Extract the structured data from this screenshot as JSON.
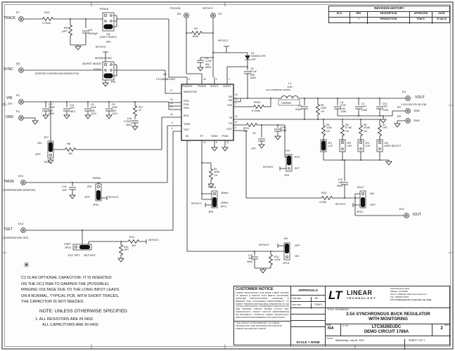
{
  "revision_history": {
    "title": "REVISION HISTORY",
    "headers": [
      "ECO",
      "REV",
      "DESCRIPTION",
      "APPROVED",
      "DATE"
    ],
    "row": {
      "eco": "-",
      "rev": "2",
      "description": "PRODUCTION",
      "approved": "TOM G.",
      "date": "07-06-12"
    }
  },
  "labels": {
    "intvcc": "INTVCC"
  },
  "terminals": {
    "e7": {
      "ref": "E7",
      "name": "TRACK"
    },
    "e8": {
      "ref": "E8",
      "name": "SYNC"
    },
    "e2": {
      "ref": "E2",
      "name": "VIN",
      "range": "4V - 20V"
    },
    "e3": {
      "ref": "E3",
      "name": "GND"
    },
    "e6": {
      "ref": "E6",
      "name": "PGOOD"
    },
    "e1": {
      "ref": "E1",
      "name": "INTVCC"
    },
    "e4": {
      "ref": "E4",
      "name": "VOUT",
      "note": "1.2V/1.8V/3.3V @ 2.5A"
    },
    "e5": {
      "ref": "E5",
      "name": "GND"
    },
    "e9": {
      "ref": "E9",
      "name": "GND"
    },
    "e10": {
      "ref": "E10",
      "name": "TMON",
      "note": "(TEMPERATURE MONITOR)"
    },
    "e13": {
      "ref": "E13",
      "name": "TSET",
      "note": "(TEMPERATURE SET)"
    },
    "e11": {
      "ref": "E11",
      "name": "IOUT"
    }
  },
  "ic": {
    "ref": "U1",
    "part": "LTC3626EUDC",
    "pins_top": [
      {
        "name": "TRACKSS",
        "num": "9"
      },
      {
        "name": "PGOOD",
        "num": "18"
      },
      {
        "name": "INTVCC",
        "num": "2"
      },
      {
        "name": "BOOST",
        "num": "1"
      }
    ],
    "pins_left": [
      {
        "name": "MODE/SYNC",
        "num": "17"
      },
      {
        "name": "PVIN",
        "num": "15"
      },
      {
        "name": "PVIN",
        "num": "16"
      },
      {
        "name": "SVIN",
        "num": "14"
      },
      {
        "name": "RUN",
        "num": "13"
      },
      {
        "name": "TMON",
        "num": "5"
      },
      {
        "name": "TSET",
        "num": "4"
      }
    ],
    "pins_right": [
      {
        "name": "SW",
        "num": "19"
      },
      {
        "name": "SW",
        "num": "20"
      },
      {
        "name": "VON",
        "num": "3"
      },
      {
        "name": "FB",
        "num": "10"
      },
      {
        "name": "ITH",
        "num": "11"
      },
      {
        "name": "IOUT",
        "num": "8"
      }
    ],
    "pins_bottom": [
      {
        "name": "IIN",
        "num": "7"
      },
      {
        "name": "RT",
        "num": "12"
      },
      {
        "name": "SGND",
        "num": "6"
      },
      {
        "name": "PGND",
        "num": "21"
      }
    ]
  },
  "components": {
    "r10": {
      "ref": "R10",
      "value": "0 Ohm"
    },
    "r9": {
      "ref": "R9",
      "value": "OPT"
    },
    "c9": {
      "ref": "C9",
      "value": "2200pF"
    },
    "r1": {
      "ref": "R1",
      "value": "100K"
    },
    "c1": {
      "ref": "C1",
      "value": "2.2uF",
      "volt": "50V",
      "size": "0603"
    },
    "d1": {
      "ref": "D1",
      "value": "CMDSH-3TR",
      "opt": "OPT"
    },
    "c8": {
      "ref": "C8",
      "value": "0.1uF",
      "volt": "25V",
      "size": "0603"
    },
    "l1": {
      "ref": "L1",
      "value": "1uH",
      "part": "IHLP-2020BZ-ER-1R0M01",
      "mfr": "VISHAY"
    },
    "ron": {
      "ref": "RON",
      "value": "0 Ohm"
    },
    "c5": {
      "ref": "C5",
      "value": "22pF"
    },
    "r3": {
      "ref": "R3",
      "value": "115K",
      "tol": "1%"
    },
    "c4": {
      "ref": "C4",
      "value": "47uF",
      "volt": "6.3V",
      "size": "1206"
    },
    "c7": {
      "ref": "C7",
      "value": "OPT",
      "size": "1206"
    },
    "c10": {
      "ref": "C10",
      "value": "OPT",
      "size": "1206"
    },
    "r4": {
      "ref": "R4",
      "value": "115K",
      "tol": "1%"
    },
    "r5": {
      "ref": "R5",
      "value": "57.6K",
      "tol": "1%"
    },
    "r6": {
      "ref": "R6",
      "value": "25.5K",
      "tol": "1%"
    },
    "r7": {
      "ref": "R7",
      "value": "OPT"
    },
    "c12": {
      "ref": "C12",
      "value": "1uF",
      "size": "0603"
    },
    "r12": {
      "ref": "R12",
      "value": "4.02k"
    },
    "rith": {
      "ref": "RITH",
      "value": "13K"
    },
    "cith": {
      "ref": "CITH",
      "value": "220pF"
    },
    "cc": {
      "ref": "CC",
      "value": "OPT"
    },
    "r2": {
      "ref": "R2",
      "value": "324K",
      "tol": "1%"
    },
    "c2": {
      "ref": "C2 *",
      "value": "3.3uF",
      "volt": "35V",
      "size": "6032"
    },
    "c14": {
      "ref": "C14",
      "value": "OPT",
      "size": "1812"
    },
    "c6": {
      "ref": "C6",
      "value": "22uF",
      "volt": "25V",
      "size": "1210"
    },
    "c3": {
      "ref": "C3",
      "value": "22uF",
      "volt": "25V",
      "size": "1210"
    },
    "r17": {
      "ref": "R17",
      "value": "10"
    },
    "c15": {
      "ref": "C15",
      "value": "0.33uF",
      "size": "0603"
    },
    "r8": {
      "ref": "R8",
      "value": "1M"
    },
    "c11": {
      "ref": "C11",
      "value": "1uF"
    },
    "r11": {
      "ref": "R11",
      "value": "1M"
    },
    "r14": {
      "ref": "R14",
      "value": "OPT"
    },
    "c13": {
      "ref": "C13",
      "value": "1uF",
      "size": "0603"
    },
    "r13": {
      "ref": "R13",
      "value": "4.02k"
    }
  },
  "jumpers": {
    "jp5": {
      "title": "TRACK",
      "sub1": "SS",
      "sub2": "(SOFT-START)",
      "ref": "JP5"
    },
    "jp6": {
      "title": "MODE/SYNC",
      "ref": "JP6",
      "opt1": "BURST MODE",
      "opt2": "SYNC",
      "opt3": "(FORCED CONTINUOUS MODE) FCM"
    },
    "jp7": {
      "title": "JP7",
      "ref": "RUN",
      "on": "ON",
      "off": "OFF"
    },
    "jp8": {
      "title": "FREQ",
      "ref": "JP8",
      "opt1": "1MHz",
      "opt2": "2MHz",
      "opt2b": "(int.)"
    },
    "jp9": {
      "title": "ITH",
      "ref": "JP9",
      "opt1": "EXT",
      "opt2": "INT"
    },
    "jp10": {
      "title": "TSET",
      "ref": "JP10",
      "opt1": "EXT SET",
      "opt2": "SET/OFF"
    },
    "jp11": {
      "title": "TMON",
      "ref": "JP11",
      "on": "ON",
      "off": "OFF"
    },
    "jp12": {
      "title": "IOUT",
      "ref": "JP12",
      "on": "ON",
      "off": "OFF"
    },
    "jp13": {
      "title": "IIN",
      "ref": "JP13",
      "on": "ON",
      "off": "OFF"
    },
    "jp1": {
      "ref": "JP1",
      "label": "1.2V"
    },
    "jp2": {
      "ref": "JP2",
      "label": "1.8V"
    },
    "jp3": {
      "ref": "JP3",
      "label": "3.3V"
    },
    "jp4": {
      "ref": "JP4",
      "label": "USER SELECT"
    }
  },
  "notes": {
    "asterisk": "✳",
    "c2": [
      "C2 IS AN OPTIONAL CAPACITOR. IT IS INSERTED",
      "ON THE DC1768A TO DAMPEN THE (POSSIBLE)",
      "RINGING VOLTAGE DUE TO THE LONG INPUT LEADS.",
      "ON A NORMAL, TYPICAL PCB, WITH SHORT TRACES,",
      "THE CAPACITOR IS NOT NEEDED."
    ],
    "note_title": "NOTE: UNLESS OTHERWISE SPECIFIED",
    "note_1": "1.  ALL RESISTORS ARE IN 0402.",
    "note_2": "ALL CAPACITORS ARE IN 0402."
  },
  "customer_notice": {
    "title": "CUSTOMER NOTICE",
    "body": "LINEAR TECHNOLOGY HAS MADE A BEST EFFORT TO DESIGN A CIRCUIT THAT MEETS CUSTOMER-SUPPLIED SPECIFICATIONS; HOWEVER, IT REMAINS THE CUSTOMER'S RESPONSIBILITY TO VERIFY PROPER AND RELIABLE OPERATION IN THE ACTUAL APPLICATION. COMPONENT SUBSTITUTION AND PRINTED CIRCUIT BOARD LAYOUT MAY SIGNIFICANTLY AFFECT CIRCUIT PERFORMANCE OR RELIABILITY. CONTACT LINEAR TECHNOLOGY APPLICATIONS ENGINEERING FOR ASSISTANCE.",
    "footer": "THIS CIRCUIT IS PROPRIETARY TO LINEAR TECHNOLOGY AND SUPPLIED FOR USE WITH LINEAR TECHNOLOGY PARTS."
  },
  "approvals": {
    "title": "APPROVALS",
    "rows": [
      {
        "label": "PCB DES",
        "value": "JW"
      },
      {
        "label": "APP ENG",
        "value": "TOM G"
      }
    ],
    "scale": "SCALE = NONE"
  },
  "title_block": {
    "company_line1": "LINEAR",
    "company_line2": "TECHNOLOGY",
    "logo_mark": "LT",
    "address": [
      "1630 McCarthy Blvd.",
      "Milpitas, CA 95035",
      "Phone: (408)432-1900   www.linear.com",
      "Fax: (408)434-0507",
      "LTC Confidential-For Customer Use Only"
    ],
    "title_label": "TITLE: SCHEMATIC",
    "title_line1": "2.5A SYNCHRONOUS BUCK REGULATOR",
    "title_line2": "WITH MONITORING",
    "size_label": "SIZE",
    "size": "N/A",
    "icno_label": "IC NO.",
    "ic_no": "LTC3626EUDC",
    "circuit": "DEMO CIRCUIT 1768A",
    "rev_label": "REV.",
    "rev": "2",
    "date_label": "DATE:",
    "date": "Wednesday, July 25, 2012",
    "sheet": "SHEET   1   OF   1"
  }
}
